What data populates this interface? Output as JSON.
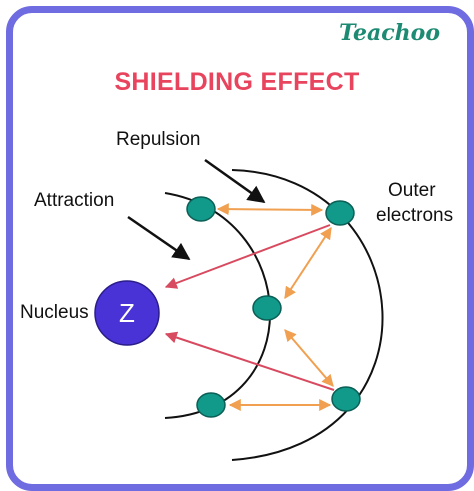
{
  "brand": "Teachoo",
  "title": "SHIELDING EFFECT",
  "labels": {
    "repulsion": "Repulsion",
    "attraction": "Attraction",
    "outer_line1": "Outer",
    "outer_line2": "electrons",
    "nucleus": "Nucleus"
  },
  "nucleus_symbol": "Z",
  "colors": {
    "border": "#6f6be0",
    "title": "#e8445d",
    "brand": "#1d8a73",
    "nucleus": "#4a33d6",
    "electron": "#119a8a",
    "repulsion_arrow": "#f0a050",
    "attraction_arrow": "#d84a5f"
  }
}
